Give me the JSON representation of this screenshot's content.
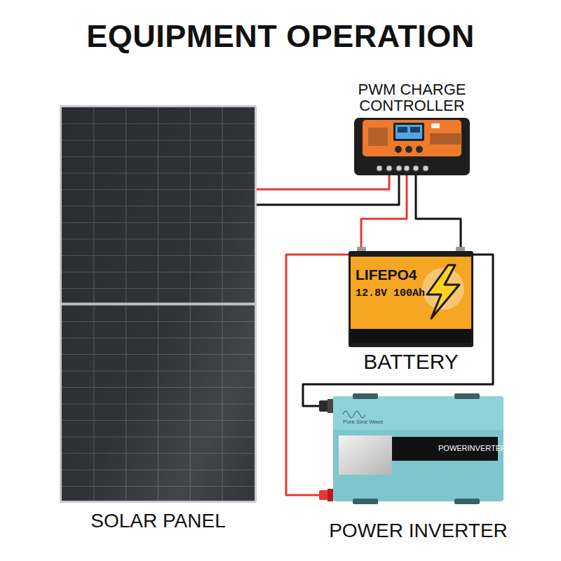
{
  "diagram": {
    "title": "EQUIPMENT OPERATION",
    "nodes": [
      {
        "text": [
          "SOLAR PANEL"
        ]
      },
      {
        "text": [
          "PWM CHARGE CONTROLLER"
        ]
      },
      {
        "text": [
          "LIFEPO4",
          "12.8V 100Ah",
          "BATTERY"
        ]
      },
      {
        "text": [
          "Pure Sine Wave",
          "POWERINVERTER",
          "POWER INVERTER"
        ]
      }
    ],
    "edges": [
      {
        "from": 0,
        "to": 1,
        "arrow": "none"
      },
      {
        "from": 1,
        "to": 2,
        "arrow": "none"
      },
      {
        "from": 2,
        "to": 3,
        "arrow": "none"
      }
    ]
  }
}
